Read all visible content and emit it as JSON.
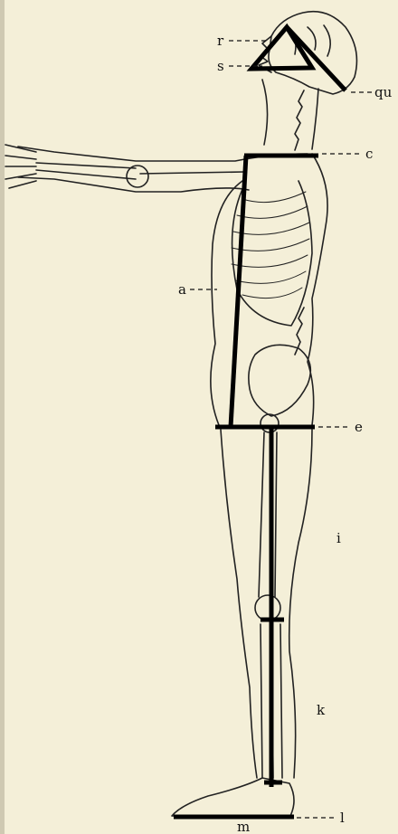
{
  "labels": {
    "r": "r",
    "s": "s",
    "qu": "qu",
    "c": "c",
    "a": "a",
    "e": "e",
    "i": "i",
    "k": "k",
    "l": "l",
    "m": "m"
  },
  "colors": {
    "background": "#f4efd8",
    "ink": "#111111",
    "marker": "#000000"
  }
}
